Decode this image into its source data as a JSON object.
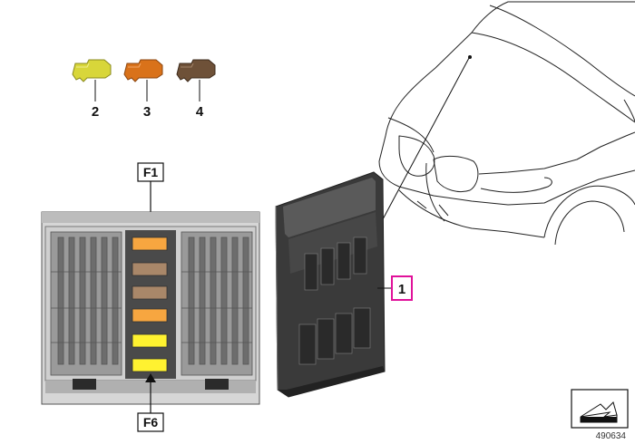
{
  "callouts": {
    "item1": "1",
    "item2": "2",
    "item3": "3",
    "item4": "4"
  },
  "fuse_labels": {
    "top": "F1",
    "bottom": "F6"
  },
  "image_number": "490634",
  "colors": {
    "fuse_yellow": "#d8d63a",
    "fuse_orange": "#d9721a",
    "fuse_brown": "#6e5138",
    "slot_orange": "#f7a640",
    "slot_tan": "#a98769",
    "slot_yellow": "#fff230",
    "highlight_box": "#e0119a"
  },
  "icons": [
    "blade-fuse-icon",
    "vehicle-front-icon",
    "fuse-box-icon",
    "direction-arrow-icon"
  ]
}
